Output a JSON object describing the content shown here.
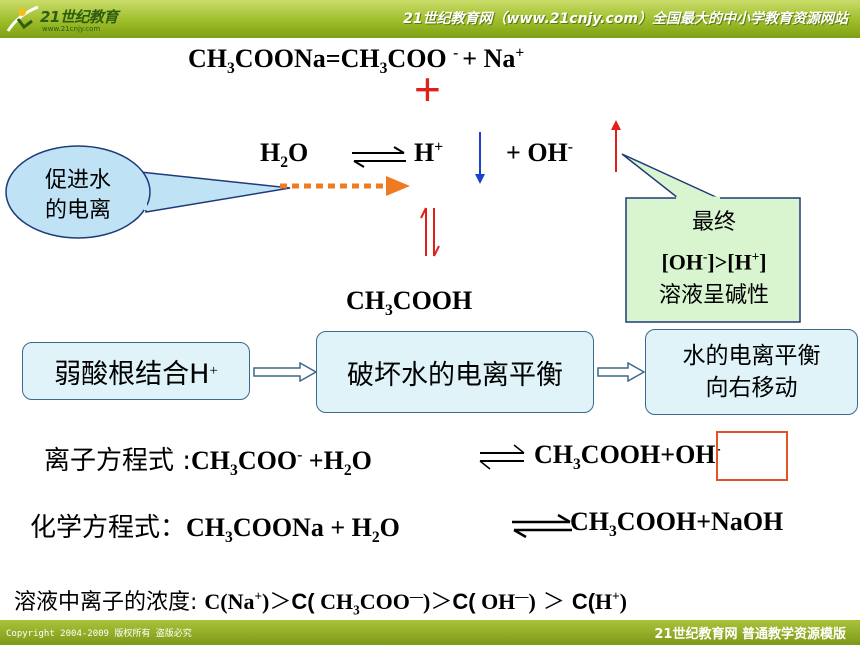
{
  "header": {
    "logo_text": "21世纪教育",
    "logo_url": "www.21cnjy.com",
    "slogan": "21世纪教育网（www.21cnjy.com）全国最大的中小学教育资源网站"
  },
  "equations": {
    "dissociation": {
      "p1": "CH",
      "s1": "3",
      "p2": "COONa=CH",
      "s2": "3",
      "p3": "COO ",
      "sup1": "- ",
      "p4": "+   Na",
      "sup2": "+"
    },
    "plus_sign": "+",
    "water": {
      "h": "H",
      "s": "2",
      "o": "O",
      "hplus": "H",
      "hsup": "+",
      "plus": "+  OH",
      "ohsup": "-"
    },
    "acetic_acid": {
      "p1": "CH",
      "s1": "3",
      "p2": "COOH"
    }
  },
  "callouts": {
    "promote": [
      "促进水",
      "的电离"
    ],
    "final": {
      "line1": "最终",
      "line2a": "[OH",
      "line2sup": "-",
      "line2b": "]>[H",
      "line2sup2": "+",
      "line2c": "]",
      "line3": "溶液呈碱性"
    }
  },
  "flow": {
    "box1_text": "弱酸根结合H",
    "box1_sup": "+",
    "box2": "破坏水的电离平衡",
    "box3": [
      "水的电离平衡",
      "向右移动"
    ]
  },
  "ionic_equation": {
    "label": "离子方程式 :",
    "p1": "CH",
    "s1": "3",
    "p2": "COO",
    "sup1": "-",
    "p3": "  +H",
    "s2": "2",
    "p4": "O",
    "p5": "CH",
    "s3": "3",
    "p6": "COOH+",
    "oh": "OH",
    "ohsup": "-"
  },
  "chemical_equation": {
    "label": "化学方程式：",
    "p1": "CH",
    "s1": "3",
    "p2": "COONa + H",
    "s2": "2",
    "p3": "O",
    "p4": "CH",
    "s3": "3",
    "p5": "COOH+NaOH"
  },
  "concentration": {
    "label": "溶液中离子的浓度: ",
    "t1": "C(Na",
    "sup1": "+",
    "t2": ")",
    "gt1": "＞",
    "t3": "C(",
    "t4": " CH",
    "s1": "3",
    "t5": "COO",
    "sup2": "—",
    "t6": ")",
    "gt2": "＞",
    "t7": "C(",
    "t8": " OH",
    "sup3": "—",
    "t9": ")",
    "gt3": " ＞ ",
    "t10": "C(",
    "t11": "H",
    "sup4": "+",
    "t12": ")"
  },
  "footer": {
    "copyright": "Copyright 2004-2009 版权所有 盗版必究",
    "right": "21世纪教育网    普通教学资源模版"
  },
  "colors": {
    "red": "#e0201a",
    "blue": "#1f3fd0",
    "orange": "#f07a20",
    "box_fill": "#dff3f8",
    "callout_green": "#d8f5cf",
    "callout_blue": "#bfe3f5"
  }
}
